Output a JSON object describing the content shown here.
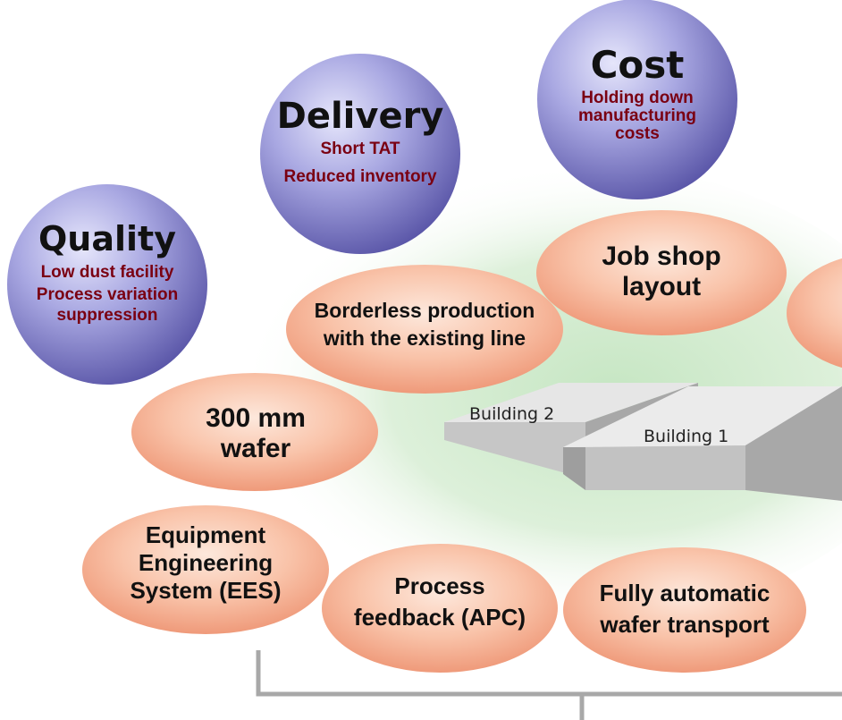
{
  "colors": {
    "circle_text": "#7a0012",
    "pill_text": "#111111",
    "glow": "#d6ecd4"
  },
  "circles": {
    "quality": {
      "title": "Quality",
      "lines": [
        "Low dust facility",
        "Process variation",
        "suppression"
      ]
    },
    "delivery": {
      "title": "Delivery",
      "lines": [
        "Short TAT",
        "Reduced inventory"
      ]
    },
    "cost": {
      "title": "Cost",
      "lines": [
        "Holding down",
        "manufacturing",
        "costs"
      ]
    }
  },
  "pills": {
    "job_shop": {
      "lines": [
        "Job shop",
        "layout"
      ]
    },
    "borderless": {
      "lines": [
        "Borderless production",
        "with the existing line"
      ]
    },
    "wafer300": {
      "lines": [
        "300 mm",
        "wafer"
      ]
    },
    "ees": {
      "lines": [
        "Equipment",
        "Engineering",
        "System (EES)"
      ]
    },
    "apc": {
      "lines": [
        "Process",
        "feedback (APC)"
      ]
    },
    "transport": {
      "lines": [
        "Fully automatic",
        "wafer transport"
      ]
    }
  },
  "buildings": {
    "b2": "Building 2",
    "b1": "Building 1"
  }
}
